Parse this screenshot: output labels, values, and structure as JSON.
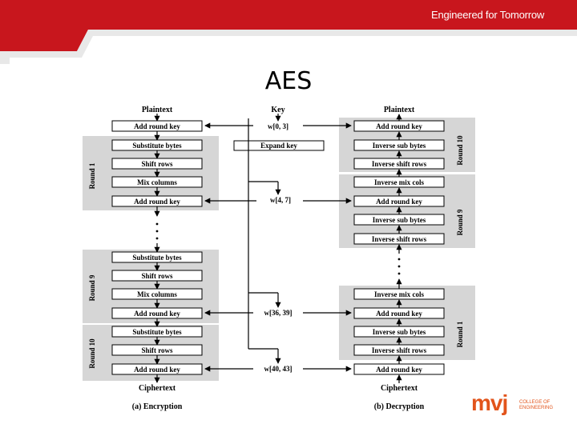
{
  "header": {
    "tagline": "Engineered for Tomorrow"
  },
  "slide": {
    "title": "AES"
  },
  "encryption": {
    "caption": "(a) Encryption",
    "input": "Plaintext",
    "output": "Ciphertext",
    "initial": "Add round key",
    "round1": {
      "label": "Round 1",
      "steps": [
        "Substitute bytes",
        "Shift rows",
        "Mix columns",
        "Add round key"
      ]
    },
    "round9": {
      "label": "Round 9",
      "steps": [
        "Substitute bytes",
        "Shift rows",
        "Mix columns",
        "Add round key"
      ]
    },
    "round10": {
      "label": "Round 10",
      "steps": [
        "Substitute bytes",
        "Shift rows",
        "Add round key"
      ]
    }
  },
  "key": {
    "label": "Key",
    "expand": "Expand key",
    "words": [
      "w[0, 3]",
      "w[4, 7]",
      "w[36, 39]",
      "w[40, 43]"
    ]
  },
  "decryption": {
    "caption": "(b) Decryption",
    "output": "Plaintext",
    "input": "Ciphertext",
    "round10": {
      "label": "Round 10",
      "steps": [
        "Add round key",
        "Inverse sub bytes",
        "Inverse shift rows"
      ]
    },
    "round9": {
      "label": "Round 9",
      "steps": [
        "Inverse mix cols",
        "Add round key",
        "Inverse sub bytes",
        "Inverse shift rows"
      ]
    },
    "round1": {
      "label": "Round 1",
      "steps": [
        "Inverse mix cols",
        "Add round key",
        "Inverse sub bytes",
        "Inverse shift rows"
      ]
    }
  },
  "footer": {
    "logo_text": "mvj",
    "logo_sub": "COLLEGE OF ENGINEERING"
  },
  "colors": {
    "banner": "#c8161d",
    "panel": "#d6d6d6",
    "logo": "#e2541b"
  }
}
